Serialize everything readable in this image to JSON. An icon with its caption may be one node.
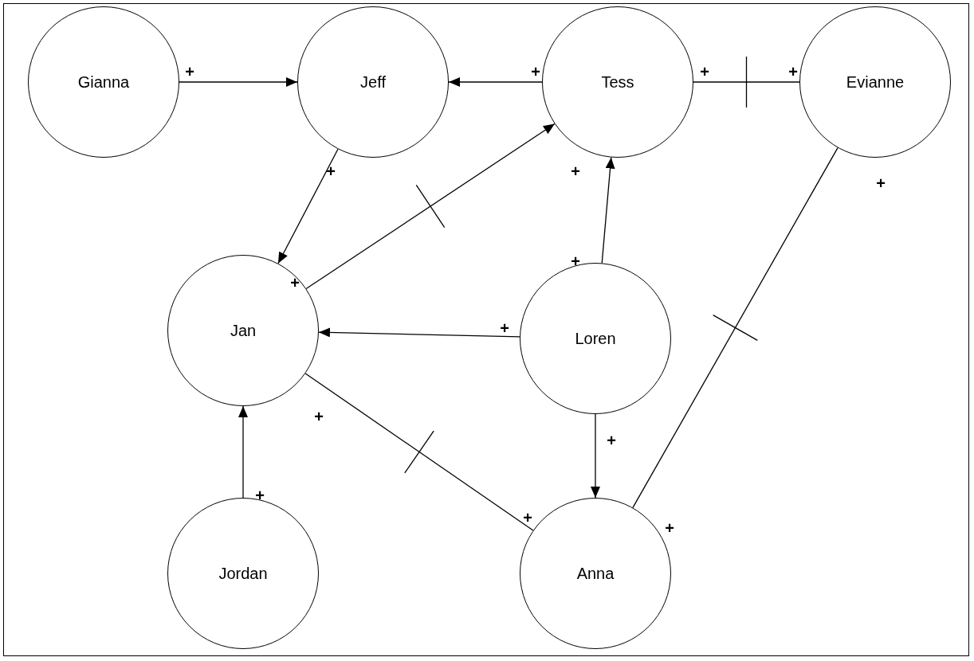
{
  "diagram": {
    "nodes": [
      {
        "text": [
          "Gianna"
        ]
      },
      {
        "text": [
          "Jeff"
        ]
      },
      {
        "text": [
          "Tess"
        ]
      },
      {
        "text": [
          "Evianne"
        ]
      },
      {
        "text": [
          "Jan"
        ]
      },
      {
        "text": [
          "Loren"
        ]
      },
      {
        "text": [
          "Jordan"
        ]
      },
      {
        "text": [
          "Anna"
        ]
      }
    ],
    "edges": [
      {
        "from": 0,
        "to": 1,
        "arrow": "to"
      },
      {
        "from": 2,
        "to": 1,
        "arrow": "to"
      },
      {
        "from": 2,
        "to": 3,
        "arrow": "none"
      },
      {
        "from": 1,
        "to": 4,
        "arrow": "to"
      },
      {
        "from": 4,
        "to": 2,
        "arrow": "to"
      },
      {
        "from": 5,
        "to": 2,
        "arrow": "to"
      },
      {
        "from": 5,
        "to": 4,
        "arrow": "to"
      },
      {
        "from": 5,
        "to": 7,
        "arrow": "to"
      },
      {
        "from": 3,
        "to": 7,
        "arrow": "none"
      },
      {
        "from": 4,
        "to": 7,
        "arrow": "none"
      },
      {
        "from": 6,
        "to": 4,
        "arrow": "to"
      }
    ],
    "labels": [
      "+",
      "+",
      "+",
      "+",
      "+",
      "+",
      "+",
      "+",
      "+",
      "+",
      "+",
      "+",
      "+",
      "+",
      "+"
    ]
  }
}
